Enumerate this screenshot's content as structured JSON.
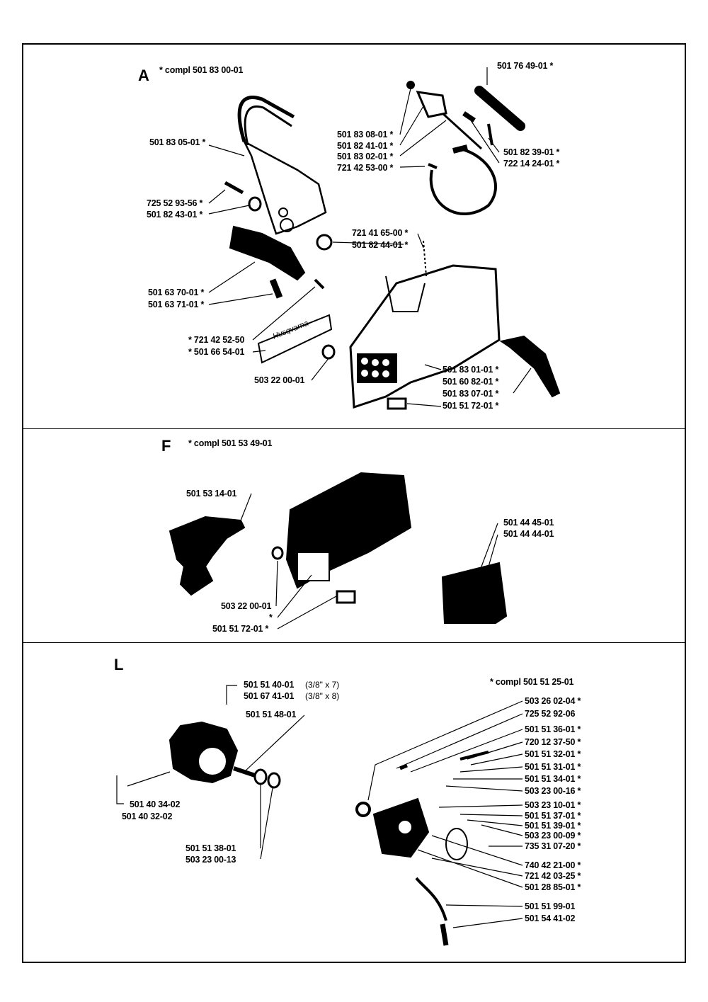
{
  "sections": {
    "A": {
      "letter": "A",
      "compl": "*  compl 501 83 00-01",
      "labels": {
        "p1": "501 76 49-01  *",
        "p2": "501 83 08-01  *",
        "p3": "501 82 41-01  *",
        "p4": "501 83 02-01  *",
        "p5": "721 42 53-00  *",
        "p6": "501 82 39-01  *",
        "p7": "722 14 24-01  *",
        "p8": "501 83 05-01  *",
        "p9": "725 52 93-56  *",
        "p10": "501 82 43-01  *",
        "p11": "721 41 65-00  *",
        "p12": "501 82 44-01  *",
        "p13": "501 63 70-01  *",
        "p14": "501 63 71-01  *",
        "p15": "*  721 42 52-50",
        "p16": "*  501 66 54-01",
        "p17": "503 22 00-01",
        "p18": "501 83 01-01  *",
        "p19": "501 60 82-01  *",
        "p20": "501 83 07-01  *",
        "p21": "501 51 72-01  *"
      },
      "decal_text": "Husqvarna"
    },
    "F": {
      "letter": "F",
      "compl": "*  compl 501 53 49-01",
      "labels": {
        "p1": "501 53 14-01",
        "p2": "501 44 45-01",
        "p3": "501 44 44-01",
        "p4": "503 22 00-01",
        "p5": "*",
        "p6": "501 51 72-01  *"
      }
    },
    "L": {
      "letter": "L",
      "compl": "*  compl 501 51 25-01",
      "labels": {
        "p1": "501 51 40-01",
        "p1n": "(3/8\" x 7)",
        "p2": "501 67 41-01",
        "p2n": "(3/8\" x 8)",
        "p3": "501 51 48-01",
        "p4": "501 40 34-02",
        "p5": "501 40 32-02",
        "p6": "501 51 38-01",
        "p7": "503 23 00-13",
        "r1": "503 26 02-04  *",
        "r2": "725 52 92-06",
        "r3": "501 51 36-01  *",
        "r4": "720 12 37-50  *",
        "r5": "501 51 32-01  *",
        "r6": "501 51 31-01  *",
        "r7": "501 51 34-01  *",
        "r8": "503 23 00-16  *",
        "r9": "503 23 10-01  *",
        "r10": "501 51 37-01  *",
        "r11": "501 51 39-01  *",
        "r12": "503 23 00-09  *",
        "r13": "735 31 07-20  *",
        "r14": "740 42 21-00  *",
        "r15": "721 42 03-25  *",
        "r16": "501 28 85-01  *",
        "r17": "501 51 99-01",
        "r18": "501 54 41-02"
      }
    }
  }
}
